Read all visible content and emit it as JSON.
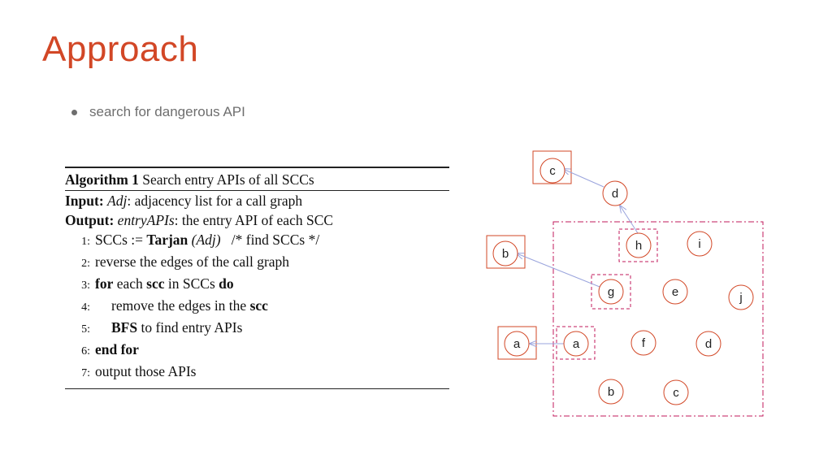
{
  "slide": {
    "title": "Approach",
    "bullet": "search for dangerous API"
  },
  "algorithm": {
    "caption_label": "Algorithm 1",
    "caption_text": "Search entry APIs of all SCCs",
    "input_label": "Input:",
    "input_var": "Adj",
    "input_text": ": adjacency list for a call graph",
    "output_label": "Output:",
    "output_var": "entryAPIs",
    "output_text": ": the entry API of each SCC",
    "lines": [
      {
        "num": "1:",
        "pre": "SCCs := ",
        "kw": "Tarjan",
        "var": "(Adj)",
        "post": "   /* find SCCs */"
      },
      {
        "num": "2:",
        "text": "reverse the edges of the call graph"
      },
      {
        "num": "3:",
        "kw1": "for",
        "mid1": " each ",
        "kw2": "scc",
        "mid2": " in SCCs ",
        "kw3": "do"
      },
      {
        "num": "4:",
        "pre": "remove the edges in the ",
        "kw": "scc"
      },
      {
        "num": "5:",
        "kw": "BFS",
        "post": " to find entry APIs"
      },
      {
        "num": "6:",
        "kw": "end for"
      },
      {
        "num": "7:",
        "text": "output those APIs"
      }
    ]
  },
  "graph": {
    "colors": {
      "node_stroke": "#d24726",
      "dash_box": "#c2185b",
      "arrow": "#9aa4dd"
    },
    "nodes": [
      {
        "id": "c_top",
        "label": "c"
      },
      {
        "id": "d_top",
        "label": "d"
      },
      {
        "id": "h",
        "label": "h"
      },
      {
        "id": "i",
        "label": "i"
      },
      {
        "id": "b_left",
        "label": "b"
      },
      {
        "id": "g",
        "label": "g"
      },
      {
        "id": "e",
        "label": "e"
      },
      {
        "id": "j",
        "label": "j"
      },
      {
        "id": "a_left",
        "label": "a"
      },
      {
        "id": "a_in",
        "label": "a"
      },
      {
        "id": "f",
        "label": "f"
      },
      {
        "id": "d_in",
        "label": "d"
      },
      {
        "id": "b_in",
        "label": "b"
      },
      {
        "id": "c_in",
        "label": "c"
      }
    ]
  }
}
